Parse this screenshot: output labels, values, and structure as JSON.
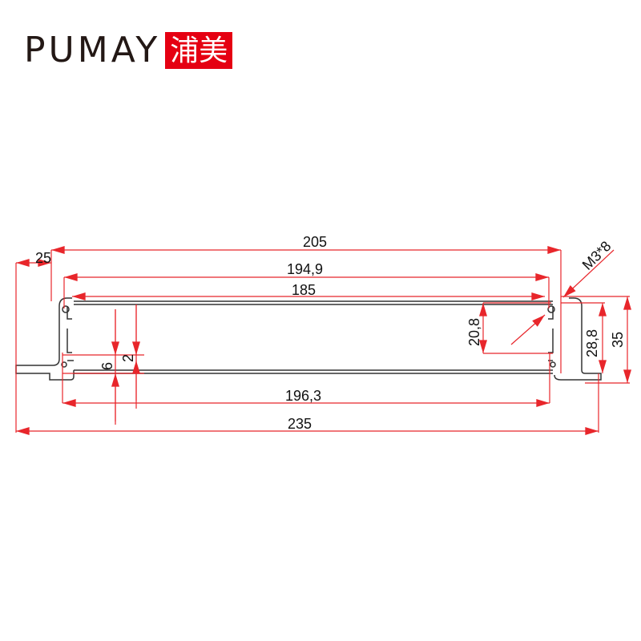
{
  "brand": {
    "name": "PUMAY",
    "name_cn": "浦美",
    "accent": "#e50012",
    "text_color": "#231815"
  },
  "drawing": {
    "line_color": "#e8262b",
    "profile_color": "#333333",
    "dimensions": {
      "overall_width": "235",
      "top_width": "205",
      "inner_width_1": "194,9",
      "inner_width_2": "185",
      "bottom_inner": "196,3",
      "flange": "25",
      "slot_gap": "6",
      "wall": "2",
      "inner_height": "20,8",
      "body_height": "28,8",
      "total_height": "35",
      "screw": "M3*8"
    }
  }
}
